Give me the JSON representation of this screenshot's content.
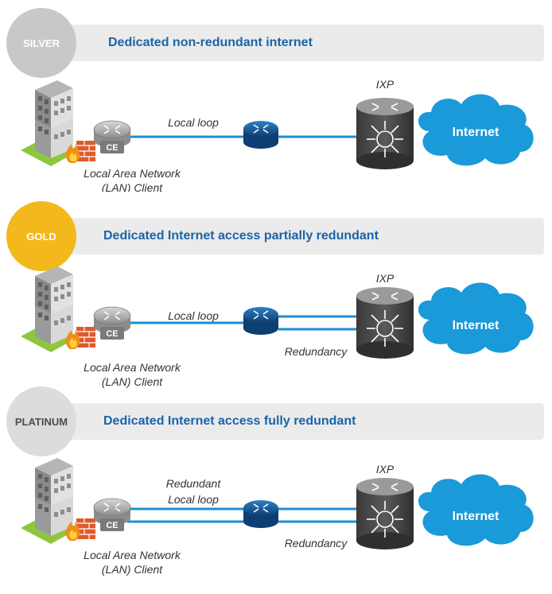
{
  "colors": {
    "silver": "#c8c8c8",
    "gold": "#f2b81c",
    "platinum": "#dcdcdc",
    "title_blue": "#1a64a8",
    "link_blue": "#1a8fd6",
    "cloud_blue": "#1a9ad9"
  },
  "tiers": [
    {
      "badge": "SILVER",
      "title": "Dedicated non-redundant internet",
      "ixp_label": "IXP",
      "cloud_label": "Internet",
      "ce_label": "CE",
      "loop_label": "Local loop",
      "redundancy_label": "",
      "lan_label_line1": "Local Area Network",
      "lan_label_line2": "(LAN) Client"
    },
    {
      "badge": "GOLD",
      "title": "Dedicated Internet access partially redundant",
      "ixp_label": "IXP",
      "cloud_label": "Internet",
      "ce_label": "CE",
      "loop_label": "Local loop",
      "redundancy_label": "Redundancy",
      "lan_label_line1": "Local Area Network",
      "lan_label_line2": "(LAN) Client"
    },
    {
      "badge": "PLATINUM",
      "title": "Dedicated Internet access fully redundant",
      "ixp_label": "IXP",
      "cloud_label": "Internet",
      "ce_label": "CE",
      "loop_label_line1": "Redundant",
      "loop_label_line2": "Local loop",
      "redundancy_label": "Redundancy",
      "lan_label_line1": "Local Area Network",
      "lan_label_line2": "(LAN) Client"
    }
  ]
}
